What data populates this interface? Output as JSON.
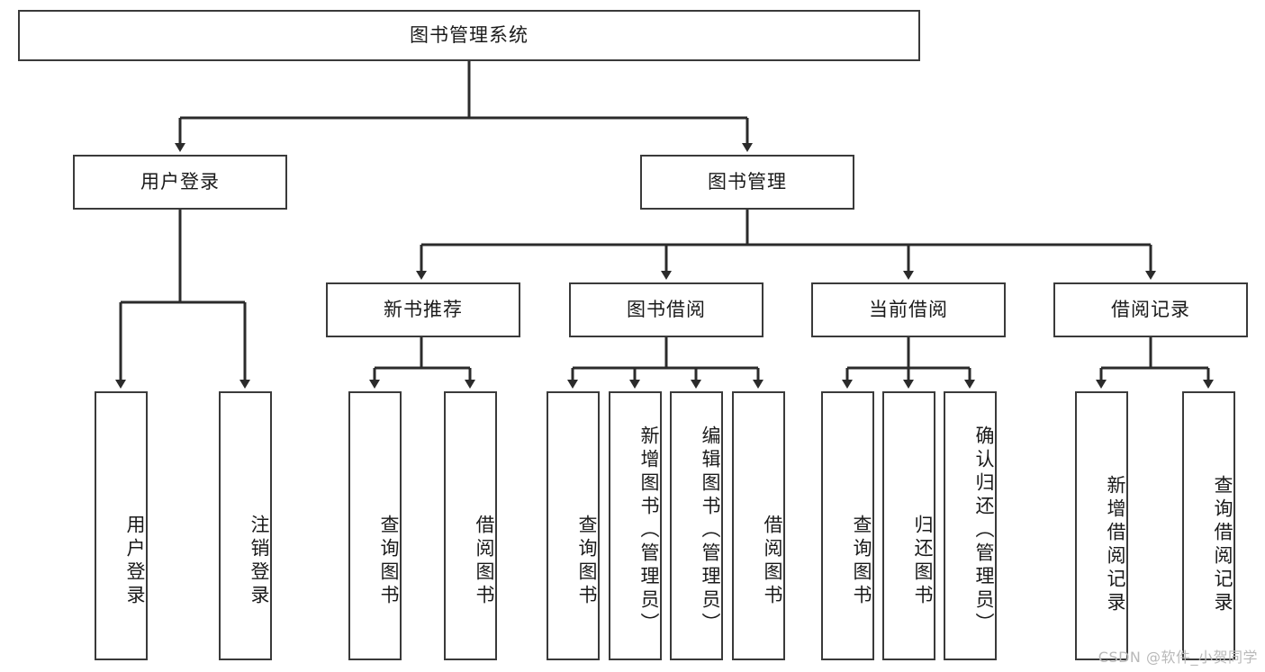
{
  "diagram": {
    "type": "tree",
    "title": "图书管理系统",
    "watermark": "CSDN @软件_小贺同学",
    "colors": {
      "background": "#ffffff",
      "node_border": "#3a3a3a",
      "node_fill": "#ffffff",
      "connector": "#2b2b2b",
      "text": "#1a1a1a",
      "watermark": "#b9b9b9"
    },
    "nodes": {
      "root": {
        "label": "图书管理系统"
      },
      "level1": [
        {
          "id": "user-login",
          "label": "用户登录"
        },
        {
          "id": "book-manage",
          "label": "图书管理"
        }
      ],
      "level2": [
        {
          "id": "new-book-recommend",
          "label": "新书推荐"
        },
        {
          "id": "book-borrow",
          "label": "图书借阅"
        },
        {
          "id": "current-borrow",
          "label": "当前借阅"
        },
        {
          "id": "borrow-record",
          "label": "借阅记录"
        }
      ],
      "leaves": {
        "user-login": [
          {
            "id": "leaf-user-login",
            "label": "用户登录"
          },
          {
            "id": "leaf-logout-login",
            "label": "注销登录"
          }
        ],
        "new-book-recommend": [
          {
            "id": "leaf-query-book-1",
            "label": "查询图书"
          },
          {
            "id": "leaf-borrow-book-1",
            "label": "借阅图书"
          }
        ],
        "book-borrow": [
          {
            "id": "leaf-query-book-2",
            "label": "查询图书"
          },
          {
            "id": "leaf-add-book",
            "label": "新增图书（管理员）"
          },
          {
            "id": "leaf-edit-book",
            "label": "编辑图书（管理员）"
          },
          {
            "id": "leaf-borrow-book-2",
            "label": "借阅图书"
          }
        ],
        "current-borrow": [
          {
            "id": "leaf-query-book-3",
            "label": "查询图书"
          },
          {
            "id": "leaf-return-book",
            "label": "归还图书"
          },
          {
            "id": "leaf-confirm-return",
            "label": "确认归还（管理员）"
          }
        ],
        "borrow-record": [
          {
            "id": "leaf-add-record",
            "label": "新增借阅记录"
          },
          {
            "id": "leaf-query-record",
            "label": "查询借阅记录"
          }
        ]
      }
    }
  }
}
